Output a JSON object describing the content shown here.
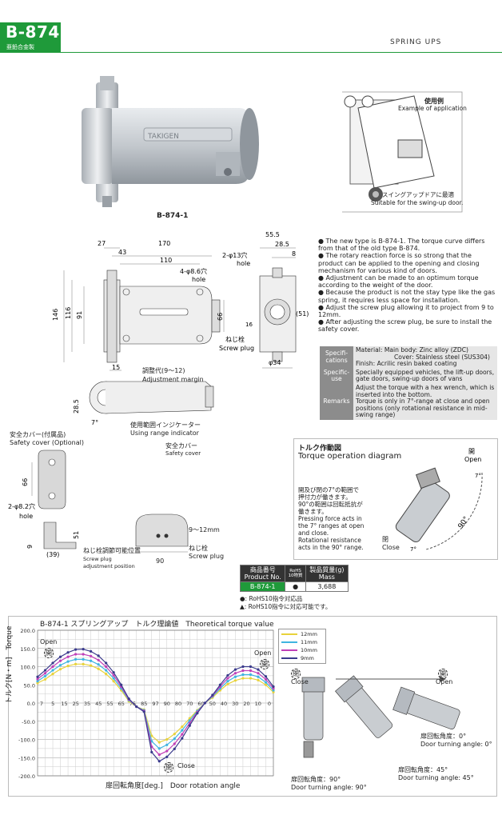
{
  "header": {
    "code": "B-874",
    "subtitle": "亜鉛合金製",
    "category": "SPRING UPS"
  },
  "photo": {
    "brand": "TAKIGEN",
    "caption": "B-874-1"
  },
  "usage": {
    "title_jp": "使用例",
    "title_en": "Example of application",
    "caption_jp": "スイングアップドアに最適",
    "caption_en": "Suitable for the swing-up door."
  },
  "dims": {
    "d55_5": "55.5",
    "d28_5": "28.5",
    "d8": "8",
    "d27": "27",
    "d170": "170",
    "d43": "43",
    "d110": "110",
    "d146": "146",
    "d116": "116",
    "d91": "91",
    "d66": "66",
    "d16": "16",
    "d51": "(51)",
    "d34": "φ34",
    "hole13_jp": "2-φ13穴",
    "hole13_en": "hole",
    "hole86_jp": "4-φ8.6穴",
    "hole86_en": "hole",
    "screwplug_jp": "ねじ栓",
    "screwplug_en": "Screw plug",
    "d15": "15",
    "d28_5b": "28.5",
    "d7deg": "7°",
    "adj_jp": "調整代(9〜12)",
    "adj_en": "Adjustment margin",
    "range_jp": "使用範囲インジケーター",
    "range_en": "Using range indicator",
    "cover_jp": "安全カバー",
    "cover_en": "Safety cover",
    "opt_jp": "安全カバー(付属品)",
    "opt_en": "Safety cover (Optional)",
    "d66b": "66",
    "hole82_jp": "2-φ8.2穴",
    "hole82_en": "hole",
    "d9": "9",
    "d39": "(39)",
    "d51b": "51",
    "d9_12": "9〜12mm",
    "d90": "90",
    "plugpos_jp": "ねじ栓調節可能位置",
    "plugpos_en1": "Screw plug",
    "plugpos_en2": "adjustment position",
    "plug2_jp": "ねじ栓",
    "plug2_en": "Screw plug"
  },
  "features": [
    "The new type is B-874-1. The torque curve differs from that of the old type B-874.",
    "The rotary reaction force is so strong that the product can be applied to the opening and closing mechanism for various kind of doors.",
    "Adjustment can be made to an optimum torque according to the weight of the door.",
    "Because the product is not the stay type like the gas spring, it requires less space for installation.",
    "Adjust the screw plug allowing it to project from 9 to 12mm.",
    "After adjusting the screw plug, be sure to install the safety cover."
  ],
  "specs": {
    "spec_label": "Specifi-cations",
    "spec_1": "Material: Main body: Zinc alloy (ZDC)",
    "spec_2": "Cover: Stainless steel (SUS304)",
    "spec_3": "Finish: Acrilic resin baked coating",
    "use_label": "Specific-use",
    "use_1": "Specially equipped vehicles, the lift-up doors, gate doors, swing-up doors of vans",
    "rem_label": "Remarks",
    "rem_1": "Adjust the torque with a hex wrench, which is inserted into the bottom.",
    "rem_2": "Torque is only in 7°-range at close and open positions (only rotational resistance in mid-swing range)"
  },
  "torque_diagram": {
    "title_jp": "トルク作動図",
    "title_en": "Torque operation diagram",
    "open_jp": "開",
    "open_en": "Open",
    "close_jp": "閉",
    "close_en": "Close",
    "deg90": "90°",
    "deg7a": "7°",
    "deg7b": "7°",
    "desc_jp1": "開及び閉の7°の範囲で",
    "desc_jp2": "押付力が働きます。",
    "desc_jp3": "90°の範囲は回転抵抗が",
    "desc_jp4": "働きます。",
    "desc_en1": "Pressing force acts in",
    "desc_en2": "the 7° ranges at open",
    "desc_en3": "and close.",
    "desc_en4": "Rotational resistance",
    "desc_en5": "acts in the 90° range."
  },
  "product_table": {
    "h1_jp": "商品番号",
    "h1_en": "Product No.",
    "h2": "RoHS",
    "h2b": "10物質",
    "h3_jp": "製品質量(g)",
    "h3_en": "Mass",
    "row_no": "B-874-1",
    "row_mass": "3,688",
    "note1": "●: RoHS10指令対応品",
    "note2": "▲: RoHS10指令に対応可能です。"
  },
  "chart": {
    "title": "B-874-1 スプリングアップ　トルク理論値　Theoretical torque value",
    "ylabel": "トルク[N・m]　Torque",
    "xlabel": "扉回転角度[deg.]　Door rotation angle",
    "open_label": "Open",
    "open_kanji": "開",
    "open_label2": "Open",
    "open_kanji2": "開",
    "close_label": "Close",
    "close_kanji": "閉"
  },
  "chart_data": {
    "type": "line",
    "x_tick_labels": [
      "7",
      "5",
      "15",
      "25",
      "35",
      "45",
      "55",
      "65",
      "75",
      "85",
      "97",
      "90",
      "80",
      "70",
      "60",
      "50",
      "40",
      "30",
      "20",
      "10",
      "0"
    ],
    "yticks": [
      "200.0",
      "150.0",
      "100.0",
      "50.0",
      "0.0",
      "-50.0",
      "-100.0",
      "-150.0",
      "-200.0"
    ],
    "ylim": [
      -200,
      200
    ],
    "grid": true,
    "legend_position": "top-right",
    "series": [
      {
        "name": "12mm",
        "color": "#e8d23a",
        "values": [
          55,
          65,
          80,
          93,
          102,
          107,
          107,
          103,
          94,
          80,
          60,
          35,
          5,
          -10,
          -18,
          -90,
          -108,
          -100,
          -85,
          -65,
          -42,
          -20,
          0,
          15,
          35,
          52,
          62,
          68,
          68,
          63,
          50,
          30
        ]
      },
      {
        "name": "11mm",
        "color": "#3fb4e0",
        "values": [
          60,
          74,
          90,
          104,
          114,
          120,
          120,
          116,
          106,
          90,
          68,
          40,
          8,
          -10,
          -20,
          -105,
          -125,
          -115,
          -98,
          -75,
          -48,
          -22,
          0,
          18,
          40,
          60,
          72,
          78,
          78,
          72,
          57,
          35
        ]
      },
      {
        "name": "10mm",
        "color": "#c040b8",
        "values": [
          66,
          82,
          100,
          116,
          127,
          134,
          134,
          129,
          118,
          100,
          76,
          45,
          10,
          -10,
          -22,
          -120,
          -142,
          -132,
          -112,
          -86,
          -55,
          -25,
          0,
          20,
          45,
          68,
          82,
          89,
          89,
          82,
          65,
          40
        ]
      },
      {
        "name": "9mm",
        "color": "#3a3a8c",
        "values": [
          72,
          90,
          110,
          127,
          139,
          147,
          148,
          142,
          130,
          110,
          84,
          50,
          12,
          -10,
          -24,
          -135,
          -160,
          -148,
          -126,
          -97,
          -62,
          -28,
          0,
          22,
          50,
          76,
          92,
          100,
          100,
          92,
          73,
          45
        ]
      }
    ]
  },
  "states": {
    "close_jp": "閉",
    "close_en": "Close",
    "open_jp": "開",
    "open_en": "Open",
    "s0_jp": "扉回転角度：0°",
    "s0_en": "Door turning angle: 0°",
    "s90_jp": "扉回転角度：90°",
    "s90_en": "Door turning angle: 90°",
    "s45_jp": "扉回転角度：45°",
    "s45_en": "Door turning angle: 45°"
  },
  "colors": {
    "brand_green": "#1f9a3a"
  }
}
